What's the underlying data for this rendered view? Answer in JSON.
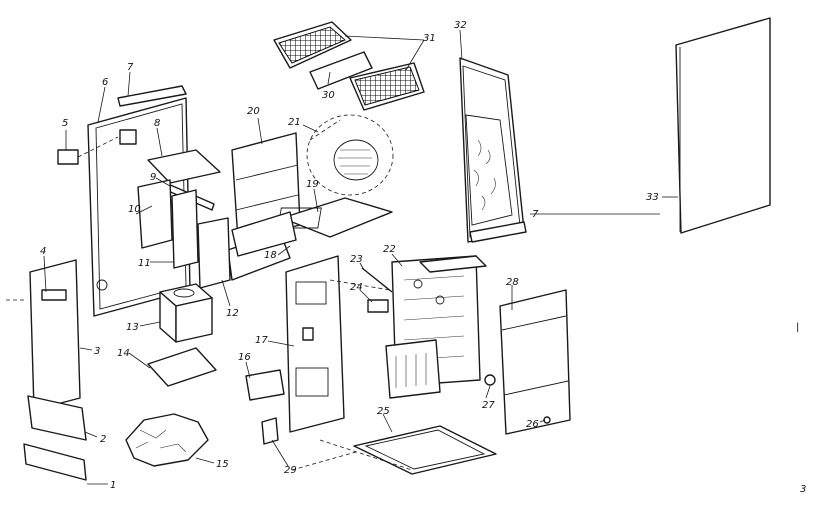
{
  "callouts": [
    "1",
    "2",
    "3",
    "4",
    "5",
    "6",
    "7",
    "8",
    "9",
    "10",
    "11",
    "12",
    "13",
    "14",
    "15",
    "16",
    "17",
    "18",
    "19",
    "20",
    "21",
    "22",
    "23",
    "24",
    "25",
    "26",
    "27",
    "28",
    "29",
    "30",
    "31",
    "32",
    "33"
  ],
  "callout_7_right": "7",
  "stray_marks": {
    "right_mid": "|",
    "right_low": "3"
  }
}
